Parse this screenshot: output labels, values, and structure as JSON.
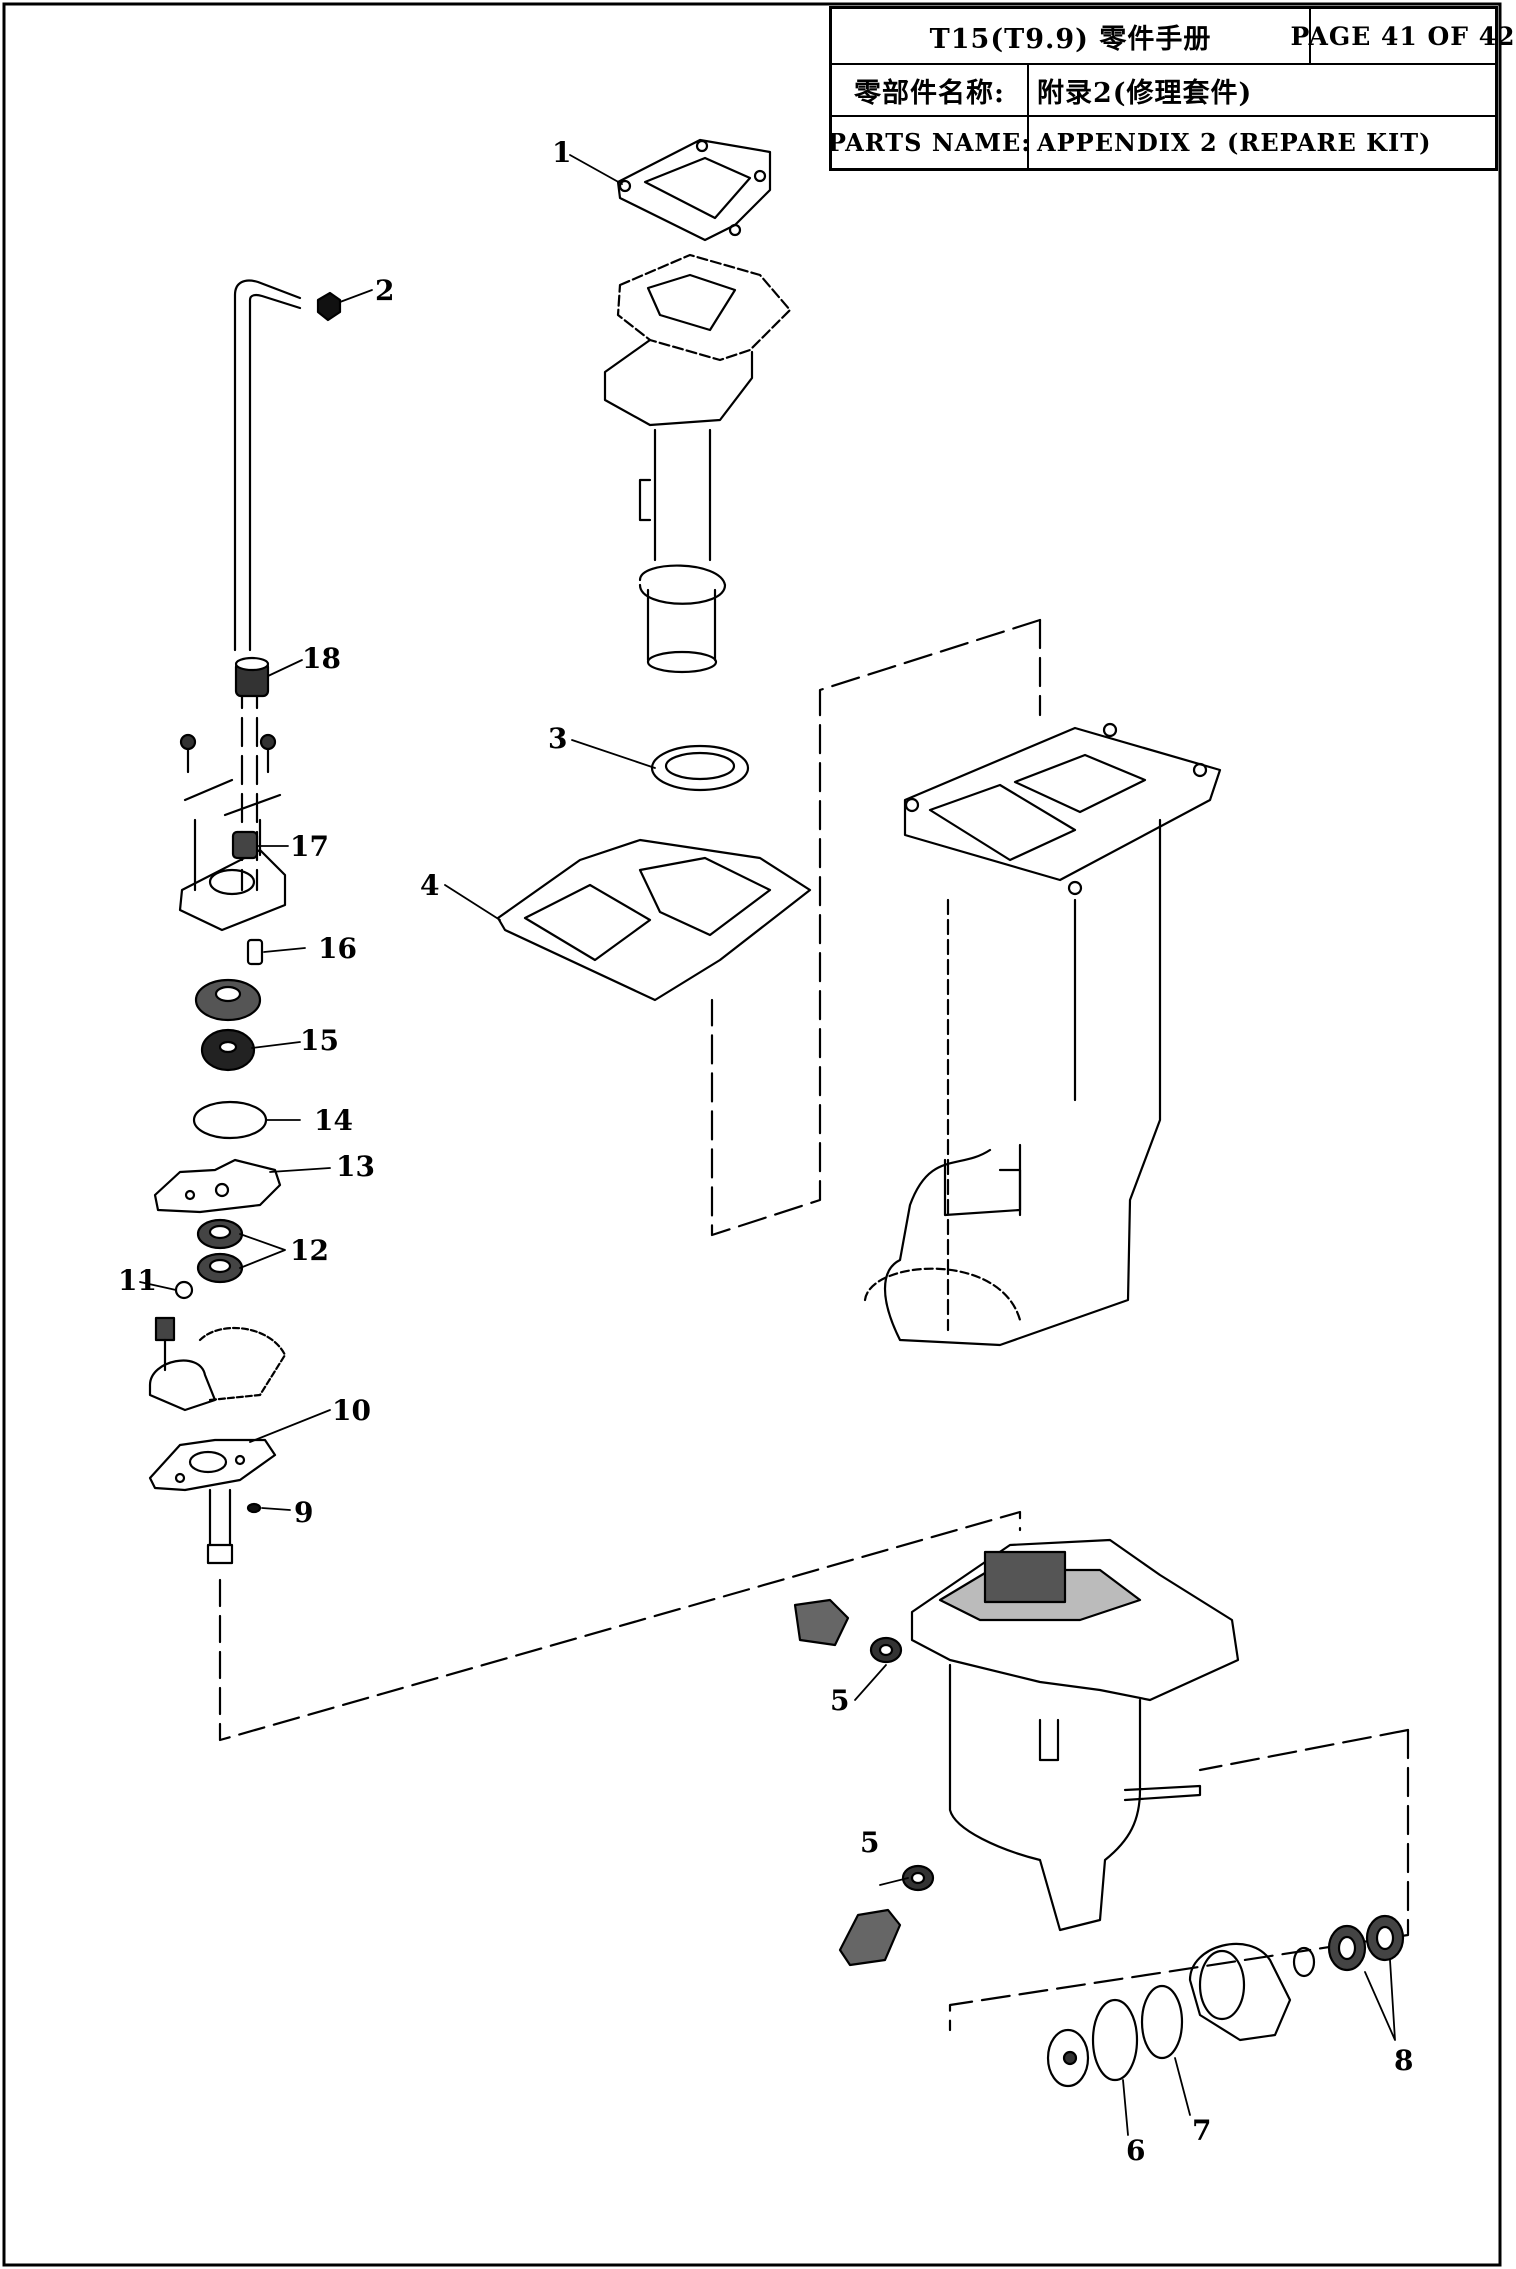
{
  "header": {
    "model_title": "T15(T9.9) 零件手册",
    "page_label": "PAGE 41 OF 42",
    "cn_name_label": "零部件名称:",
    "cn_name_value": "附录2(修理套件)",
    "en_name_label": "PARTS NAME:",
    "en_name_value": "APPENDIX 2 (REPARE KIT)"
  },
  "callouts": [
    "1",
    "2",
    "3",
    "4",
    "5",
    "5",
    "6",
    "7",
    "8",
    "9",
    "10",
    "11",
    "12",
    "13",
    "14",
    "15",
    "16",
    "17",
    "18"
  ]
}
